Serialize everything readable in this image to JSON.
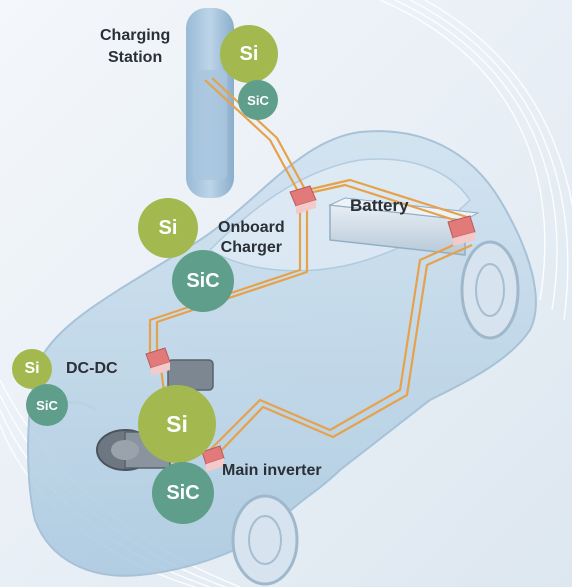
{
  "labels": {
    "charging_station": "Charging\nStation",
    "onboard_charger": "Onboard\nCharger",
    "battery": "Battery",
    "dcdc": "DC-DC",
    "main_inverter": "Main inverter"
  },
  "badges": {
    "si": "Si",
    "sic": "SiC"
  },
  "colors": {
    "si": "#a3b94f",
    "sic": "#5e9e8a",
    "wire": "#e6a24a",
    "module": "#e37a7a"
  }
}
